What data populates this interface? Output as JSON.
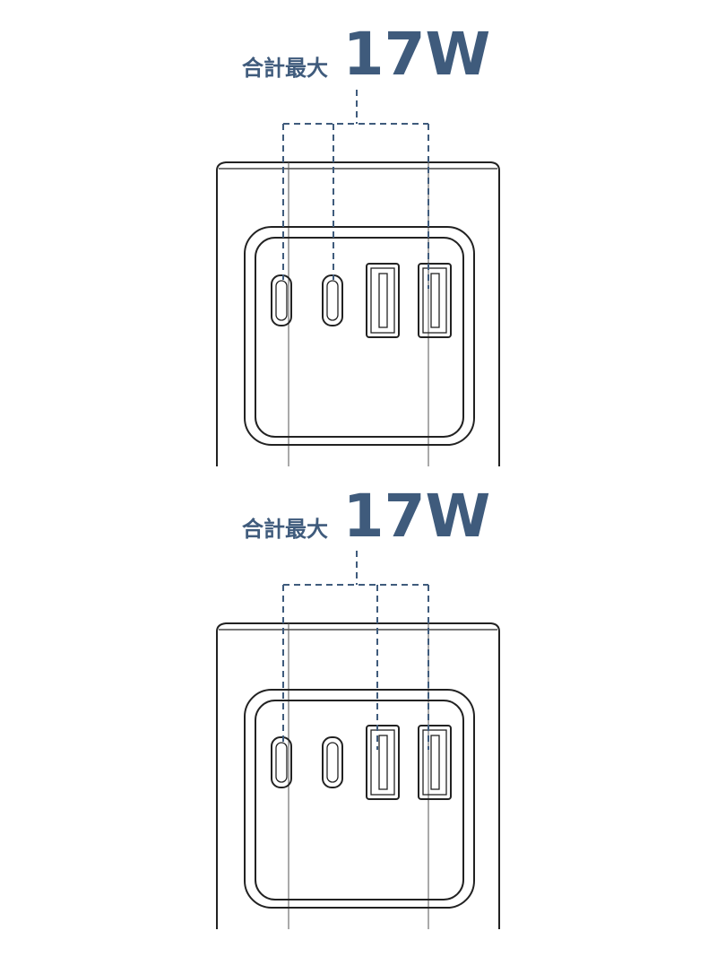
{
  "panels": [
    {
      "label_prefix": "合計最大",
      "label_value": "17W",
      "highlighted_ports": [
        "usb-c-1",
        "usb-c-2",
        "usb-a-2"
      ]
    },
    {
      "label_prefix": "合計最大",
      "label_value": "17W",
      "highlighted_ports": [
        "usb-c-1",
        "usb-a-1",
        "usb-a-2"
      ]
    }
  ],
  "colors": {
    "accent": "#3f5b7c",
    "outline": "#222222",
    "thin_line": "#555555"
  }
}
